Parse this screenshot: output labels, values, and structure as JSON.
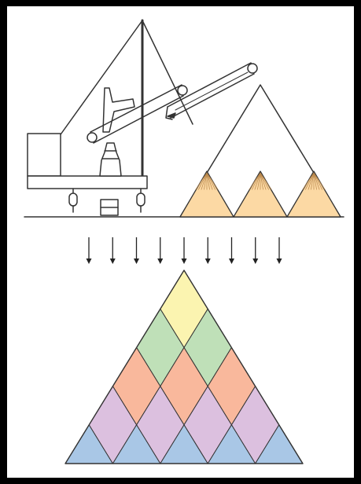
{
  "diagram": {
    "description_visible_text": "",
    "colors": {
      "frame": "#000000",
      "background": "#ffffff",
      "line": "#333333",
      "sand": "#fcd9a4",
      "sand_texture": "#b8864a",
      "band_1": "#fbf4b0",
      "band_2": "#bfe0b8",
      "band_3": "#f9b89c",
      "band_4": "#dcc0df",
      "band_5": "#a9c7e6"
    },
    "arrow_count": 9,
    "small_pile_count": 3,
    "pyramid_band_count": 5,
    "icons": [
      "stacker-reclaimer",
      "conveyor-boom",
      "stockpile",
      "down-arrow",
      "layered-pile"
    ]
  }
}
